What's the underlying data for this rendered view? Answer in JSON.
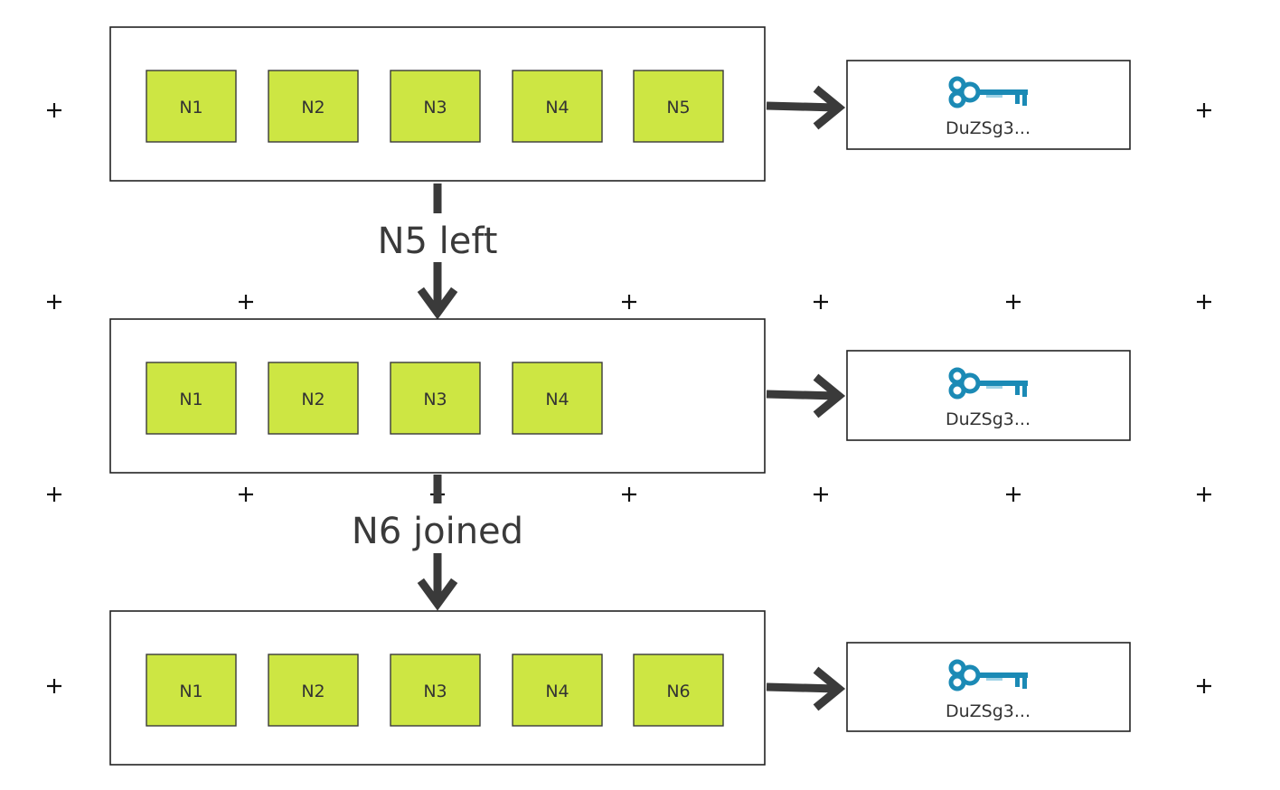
{
  "colors": {
    "node_fill": "#cde643",
    "key_icon": "#1b8ab5",
    "arrow": "#3a3a3a"
  },
  "groups": [
    {
      "nodes": [
        "N1",
        "N2",
        "N3",
        "N4",
        "N5"
      ],
      "key_icon": "key-icon",
      "key_label": "DuZSg3..."
    },
    {
      "nodes": [
        "N1",
        "N2",
        "N3",
        "N4"
      ],
      "key_icon": "key-icon",
      "key_label": "DuZSg3..."
    },
    {
      "nodes": [
        "N1",
        "N2",
        "N3",
        "N4",
        "N6"
      ],
      "key_icon": "key-icon",
      "key_label": "DuZSg3..."
    }
  ],
  "transitions": [
    {
      "label": "N5 left"
    },
    {
      "label": "N6 joined"
    }
  ]
}
